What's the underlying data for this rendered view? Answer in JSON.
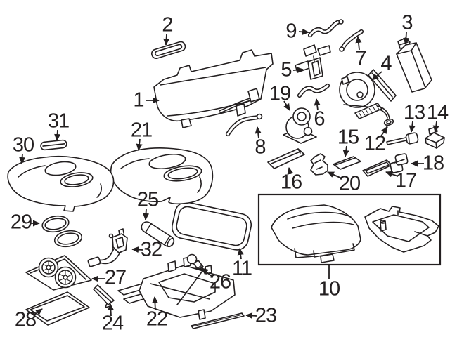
{
  "diagram": {
    "type": "exploded-parts-diagram",
    "background_color": "#ffffff",
    "line_color": "#231f20",
    "labels": [
      {
        "part": "1",
        "text": "1"
      },
      {
        "part": "2",
        "text": "2"
      },
      {
        "part": "3",
        "text": "3"
      },
      {
        "part": "4",
        "text": "4"
      },
      {
        "part": "5",
        "text": "5"
      },
      {
        "part": "6",
        "text": "6"
      },
      {
        "part": "7",
        "text": "7"
      },
      {
        "part": "8",
        "text": "8"
      },
      {
        "part": "9",
        "text": "9"
      },
      {
        "part": "10",
        "text": "10"
      },
      {
        "part": "11",
        "text": "11"
      },
      {
        "part": "12",
        "text": "12"
      },
      {
        "part": "13",
        "text": "13"
      },
      {
        "part": "14",
        "text": "14"
      },
      {
        "part": "15",
        "text": "15"
      },
      {
        "part": "16",
        "text": "16"
      },
      {
        "part": "17",
        "text": "17"
      },
      {
        "part": "18",
        "text": "18"
      },
      {
        "part": "19",
        "text": "19"
      },
      {
        "part": "20",
        "text": "20"
      },
      {
        "part": "21",
        "text": "21"
      },
      {
        "part": "22",
        "text": "22"
      },
      {
        "part": "23",
        "text": "23"
      },
      {
        "part": "24",
        "text": "24"
      },
      {
        "part": "25",
        "text": "25"
      },
      {
        "part": "26",
        "text": "26"
      },
      {
        "part": "27",
        "text": "27"
      },
      {
        "part": "28",
        "text": "28"
      },
      {
        "part": "29",
        "text": "29"
      },
      {
        "part": "30",
        "text": "30"
      },
      {
        "part": "31",
        "text": "31"
      },
      {
        "part": "32",
        "text": "32"
      }
    ]
  }
}
